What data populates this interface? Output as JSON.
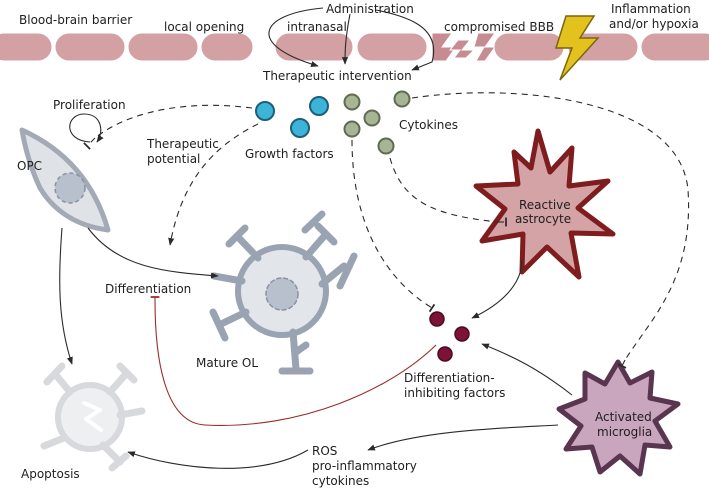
{
  "labels": {
    "bbb": "Blood-brain barrier",
    "administration": "Administration",
    "local_opening": "local opening",
    "intranasal": "intranasal",
    "compromised_bbb": "compromised BBB",
    "inflammation_line1": "Inflammation",
    "inflammation_line2": "and/or hypoxia",
    "therapeutic_intervention": "Therapeutic intervention",
    "proliferation": "Proliferation",
    "therapeutic_potential_line1": "Therapeutic",
    "therapeutic_potential_line2": "potential",
    "cytokines": "Cytokines",
    "growth_factors": "Growth factors",
    "opc": "OPC",
    "reactive_line1": "Reactive",
    "reactive_line2": "astrocyte",
    "differentiation": "Differentiation",
    "mature_ol": "Mature OL",
    "dif_inhib_line1": "Differentiation-",
    "dif_inhib_line2": "inhibiting factors",
    "microglia_line1": "Activated",
    "microglia_line2": "microglia",
    "ros_line1": "ROS",
    "ros_line2": "pro-inflammatory",
    "ros_line3": "cytokines",
    "apoptosis": "Apoptosis"
  },
  "colors": {
    "barrier_cell": "#d3a0a4",
    "growth_factor": "#3cb4d7",
    "cytokine": "#a8b595",
    "inhibiting_factor": "#7d1238",
    "astrocyte_fill": "#d4a3a6",
    "astrocyte_stroke": "#7f1c1e",
    "microglia_fill": "#c9a6be",
    "microglia_stroke": "#5a3550",
    "lightning": "#e3c21d",
    "oligodendrocyte": "#b9c0cd",
    "inhibition_line": "#9b2b2b"
  }
}
